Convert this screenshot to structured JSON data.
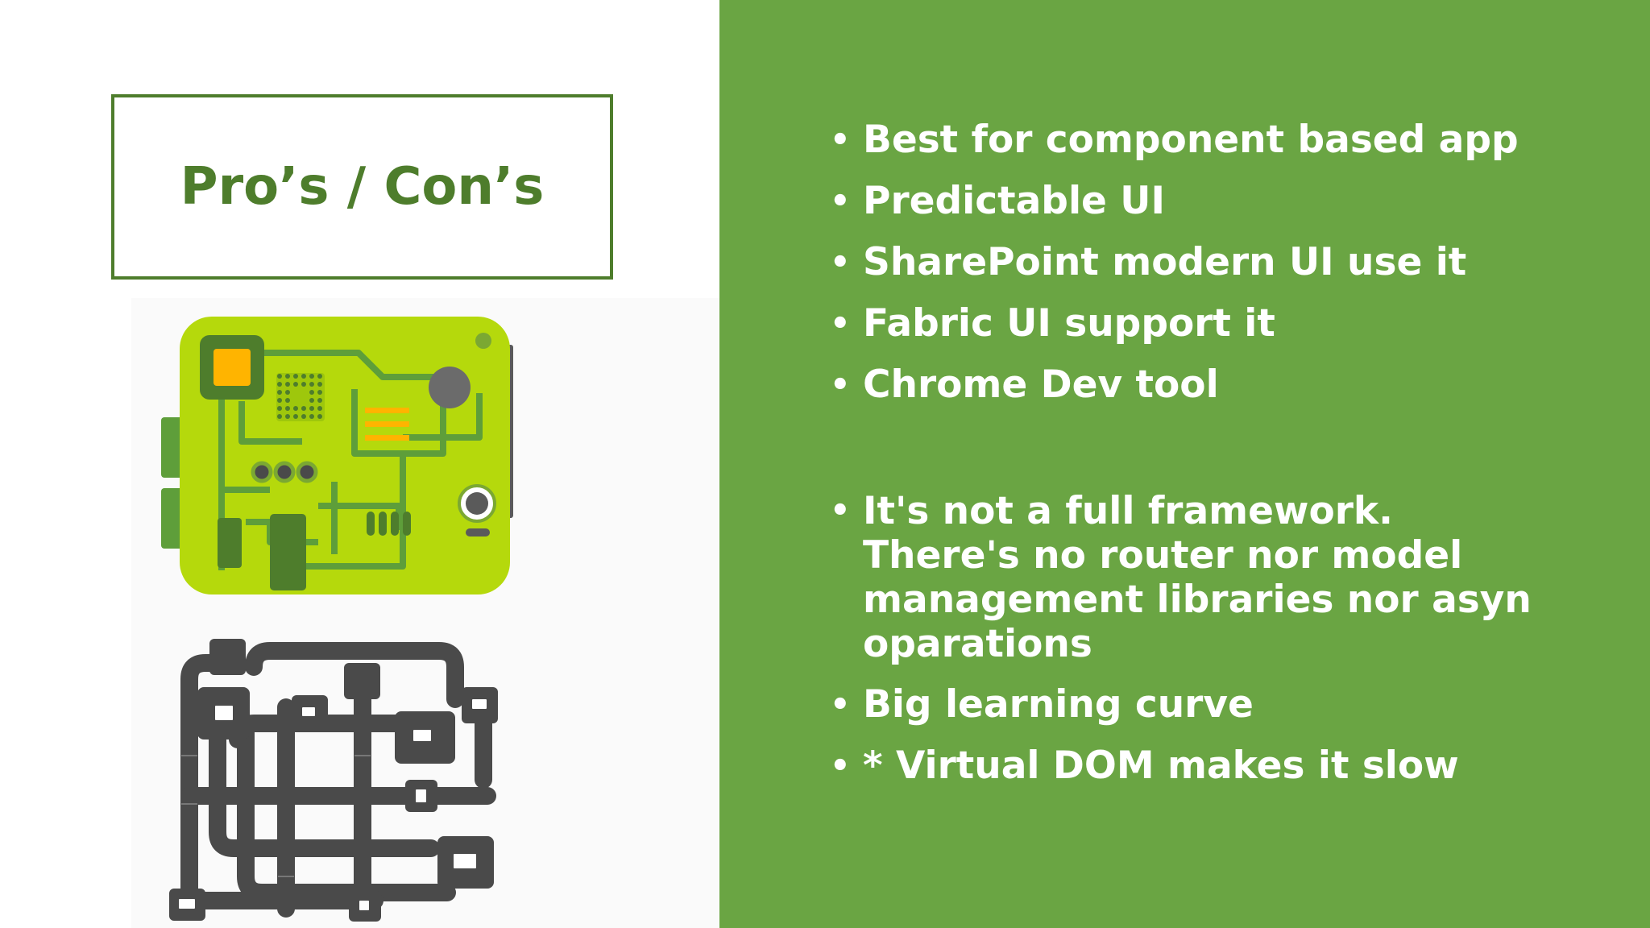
{
  "slide": {
    "title": "Pro’s / Con’s",
    "bullet_glyph": "•",
    "pros": [
      "Best for component based app",
      "Predictable UI",
      "SharePoint modern UI use it",
      "Fabric UI support it",
      "Chrome Dev tool"
    ],
    "cons": [
      "It's not a full framework. There's no router nor model management libraries nor asyn oparations",
      "Big learning curve",
      "* Virtual DOM makes it slow"
    ]
  },
  "colors": {
    "accent_green": "#6aa543",
    "title_green": "#4e7d2c",
    "board_green": "#b5d90c",
    "trace_green": "#5e9e3a",
    "chip_orange": "#ffb400",
    "pipe_gray": "#4a4a4a"
  },
  "illustrations": {
    "circuit_board": "circuit-board-illustration",
    "pipe_network": "pipe-network-icons-illustration",
    "icons": [
      "calendar-icon",
      "folder-icon",
      "chat-icon",
      "mail-icon",
      "document-icon",
      "chart-icon",
      "people-icon",
      "contact-icon"
    ]
  }
}
